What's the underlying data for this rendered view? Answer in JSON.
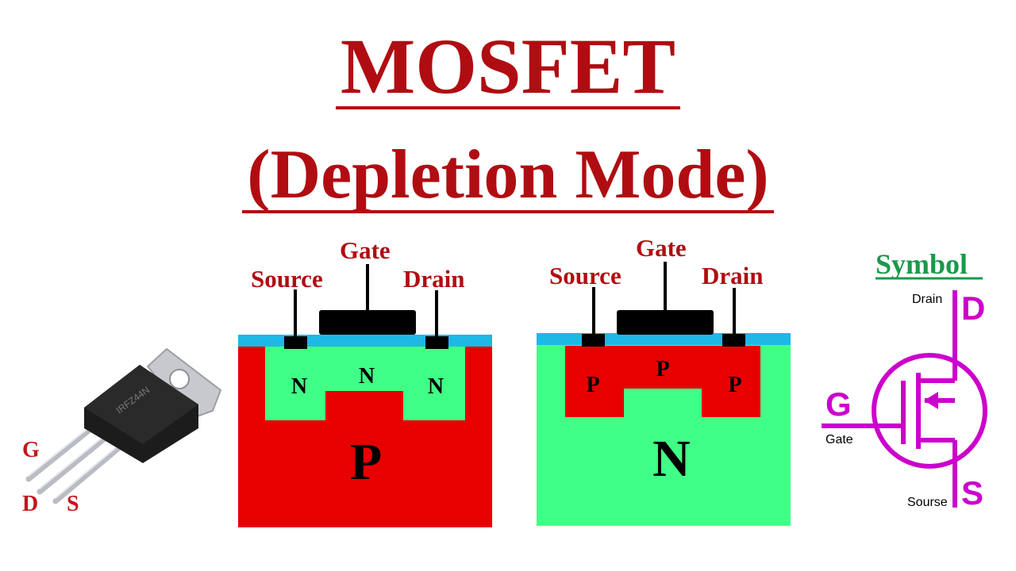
{
  "title": {
    "line1": "MOSFET",
    "line2": "(Depletion Mode)"
  },
  "colors": {
    "title": "#b00d12",
    "p_region": "#e80000",
    "n_region": "#40ff86",
    "oxide": "#1eb8e6",
    "metal": "#000000",
    "symbol": "#cc00cc",
    "symbol_title": "#1a9a4a"
  },
  "component": {
    "marking": "IRFZ44N",
    "pins": {
      "gate": "G",
      "drain": "D",
      "source": "S"
    }
  },
  "n_channel": {
    "terminals": {
      "source": "Source",
      "gate": "Gate",
      "drain": "Drain"
    },
    "substrate": "P",
    "left_region": "N",
    "channel": "N",
    "right_region": "N"
  },
  "p_channel": {
    "terminals": {
      "source": "Source",
      "gate": "Gate",
      "drain": "Drain"
    },
    "substrate": "N",
    "left_region": "P",
    "channel": "P",
    "right_region": "P"
  },
  "symbol": {
    "heading": "Symbol",
    "drain_letter": "D",
    "drain_label": "Drain",
    "gate_letter": "G",
    "gate_label": "Gate",
    "source_letter": "S",
    "source_label": "Sourse"
  }
}
